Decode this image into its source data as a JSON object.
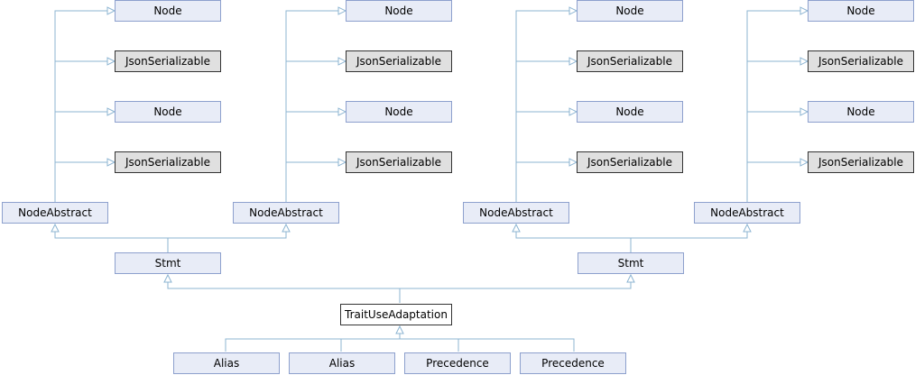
{
  "diagram": {
    "colors": {
      "edge": "#8cb4d2",
      "node_fill": "#e8ecf7",
      "node_border": "#8da0cd",
      "external_fill": "#e0e0e0",
      "focus_fill": "#ffffff"
    },
    "nodes": [
      {
        "id": "node-1a",
        "label": "Node"
      },
      {
        "id": "json-1a",
        "label": "JsonSerializable"
      },
      {
        "id": "node-1b",
        "label": "Node"
      },
      {
        "id": "json-1b",
        "label": "JsonSerializable"
      },
      {
        "id": "node-2a",
        "label": "Node"
      },
      {
        "id": "json-2a",
        "label": "JsonSerializable"
      },
      {
        "id": "node-2b",
        "label": "Node"
      },
      {
        "id": "json-2b",
        "label": "JsonSerializable"
      },
      {
        "id": "node-3a",
        "label": "Node"
      },
      {
        "id": "json-3a",
        "label": "JsonSerializable"
      },
      {
        "id": "node-3b",
        "label": "Node"
      },
      {
        "id": "json-3b",
        "label": "JsonSerializable"
      },
      {
        "id": "node-4a",
        "label": "Node"
      },
      {
        "id": "json-4a",
        "label": "JsonSerializable"
      },
      {
        "id": "node-4b",
        "label": "Node"
      },
      {
        "id": "json-4b",
        "label": "JsonSerializable"
      },
      {
        "id": "abstract-1",
        "label": "NodeAbstract"
      },
      {
        "id": "abstract-2",
        "label": "NodeAbstract"
      },
      {
        "id": "abstract-3",
        "label": "NodeAbstract"
      },
      {
        "id": "abstract-4",
        "label": "NodeAbstract"
      },
      {
        "id": "stmt-1",
        "label": "Stmt"
      },
      {
        "id": "stmt-2",
        "label": "Stmt"
      },
      {
        "id": "trait",
        "label": "TraitUseAdaptation"
      },
      {
        "id": "alias-1",
        "label": "Alias"
      },
      {
        "id": "alias-2",
        "label": "Alias"
      },
      {
        "id": "precedence-1",
        "label": "Precedence"
      },
      {
        "id": "precedence-2",
        "label": "Precedence"
      }
    ]
  }
}
